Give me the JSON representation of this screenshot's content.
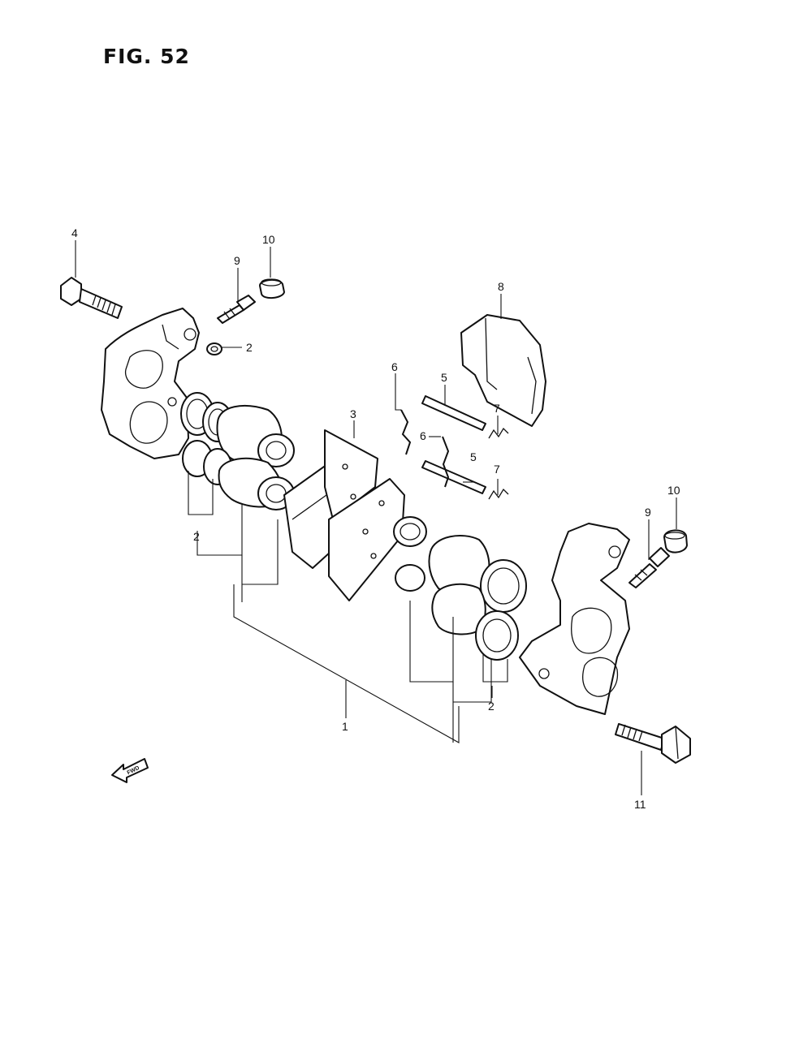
{
  "figure": {
    "title": "FIG. 52"
  },
  "callouts": {
    "c1": "1",
    "c2_top": "2",
    "c2_left": "2",
    "c2_right": "2",
    "c3": "3",
    "c4": "4",
    "c5_upper": "5",
    "c5_lower": "5",
    "c6_upper": "6",
    "c6_lower": "6",
    "c7_upper": "7",
    "c7_lower": "7",
    "c8": "8",
    "c9_left": "9",
    "c9_right": "9",
    "c10_left": "10",
    "c10_right": "10",
    "c11": "11"
  },
  "fwd_arrow": {
    "label": "FWD",
    "icon": "fwd-arrow-icon"
  }
}
